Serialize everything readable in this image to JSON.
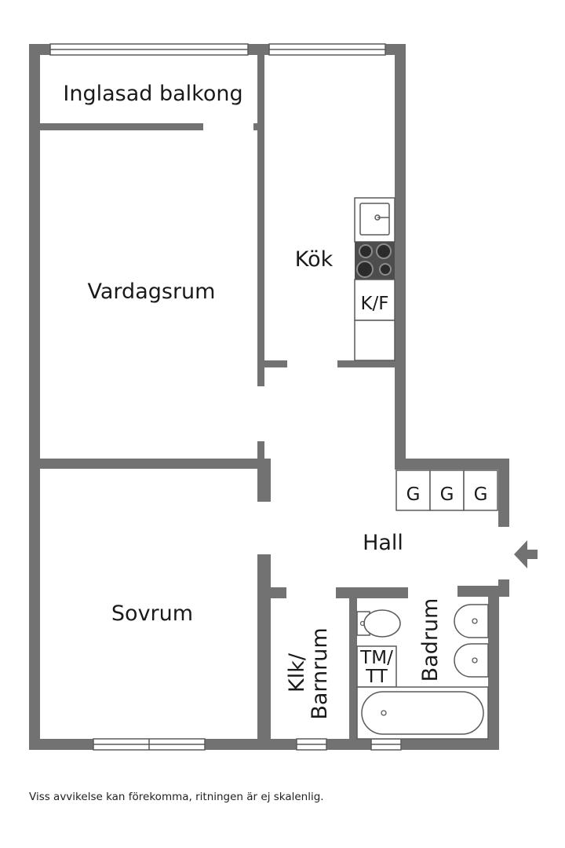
{
  "rooms": {
    "balcony": "Inglasad balkong",
    "kitchen": "Kök",
    "living": "Vardagsrum",
    "bedroom": "Sovrum",
    "hall": "Hall",
    "closet_line1": "Klk/",
    "closet_line2": "Barnrum",
    "bath": "Badrum"
  },
  "fixtures": {
    "fridge": "K/F",
    "wardrobe": "G",
    "washer_line1": "TM/",
    "washer_line2": "TT"
  },
  "icons": {
    "entrance": "entrance-arrow-icon"
  },
  "colors": {
    "wall": "#727272",
    "text": "#1a1a1a"
  },
  "disclaimer": "Viss avvikelse kan förekomma, ritningen är ej skalenlig."
}
